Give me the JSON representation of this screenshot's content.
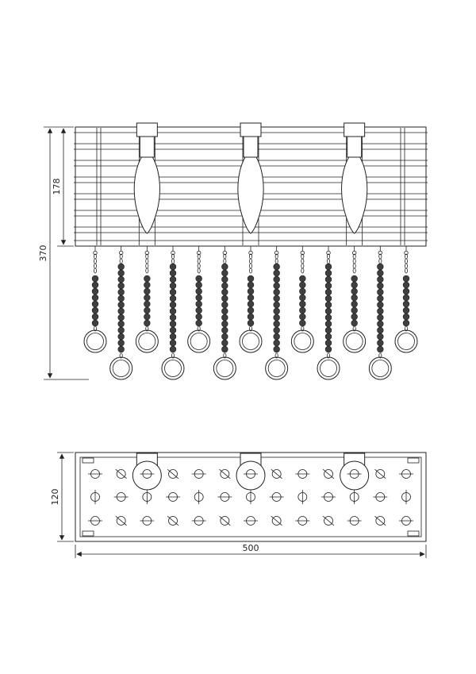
{
  "colors": {
    "line": "#222222",
    "bead": "#3f3f3f",
    "background": "#ffffff"
  },
  "front_view": {
    "dim_frame_height": "178",
    "dim_total_height": "370",
    "bulb_count": 3,
    "strand_count": 13
  },
  "plan_view": {
    "dim_width": "500",
    "dim_depth": "120",
    "screw_rows": 3,
    "screws_per_row": 13
  }
}
